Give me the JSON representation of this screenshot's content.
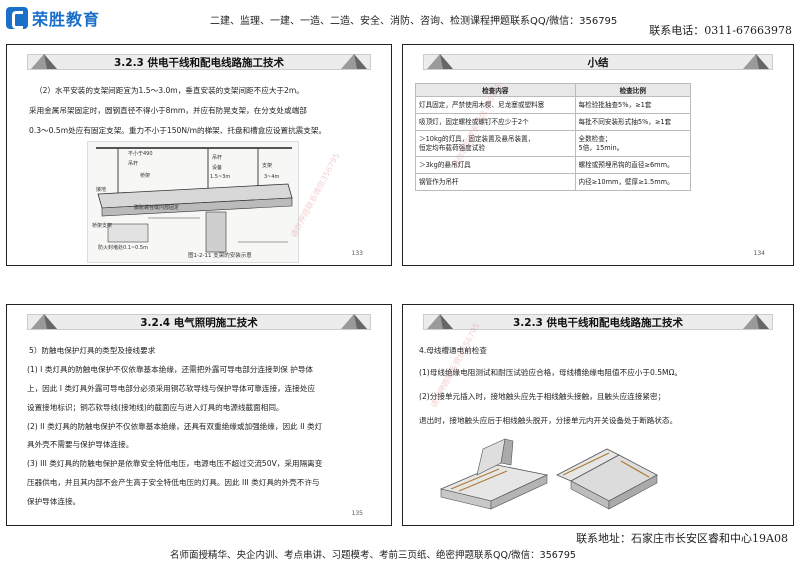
{
  "header": {
    "logo_text": "荣胜教育",
    "courses": "二建、监理、一建、一造、二造、安全、消防、咨询、检测课程押题联系QQ/微信：356795",
    "phone": "联系电话：0311-67663978"
  },
  "slide1": {
    "title": "3.2.3 供电干线和配电线路施工技术",
    "lines": [
      "（2）水平安装的支架间距宜为1.5～3.0m，垂直安装的支架间距不应大于2m。",
      "采用金属吊架固定时，圆钢直径不得小于8mm，并应有防晃支架，在分支处或端部",
      "0.3～0.5m处应有固定支架。重力不小于150N/m的梯架、托盘和槽盒应设置抗震支架。"
    ],
    "diagram_labels": [
      "不小于490",
      "吊杆",
      "桥架",
      "接地",
      "膨胀螺栓或内部固定",
      "桥架支架",
      "防火封堵处0.1~0.5m",
      "吊杆",
      "设备",
      "1.5~3m",
      "支架",
      "3~4m"
    ],
    "diagram_caption": "图1-2-11  支架的安装示意",
    "page_num": "133"
  },
  "slide2": {
    "title": "小结",
    "headers": [
      "检查内容",
      "检查比例"
    ],
    "rows": [
      [
        "灯具固定，严禁使用木楔、尼龙塞或塑料塞",
        "每检验批抽查5%，≥1套"
      ],
      [
        "吸顶灯，固定螺栓或螺钉不应少于2个",
        "每批不同安装形式抽5%，≥1套"
      ],
      [
        "＞10kg的灯具，固定装置及悬吊装置，\n恒定均布载荷强度试验",
        "全数检查；\n5倍，15min。"
      ],
      [
        "＞3kg的悬吊灯具",
        "螺栓或预埋吊钩的直径≥6mm。"
      ],
      [
        "钢管作为吊杆",
        "内径≥10mm，壁厚≥1.5mm。"
      ]
    ],
    "page_num": "134"
  },
  "slide3": {
    "title": "3.2.4 电气照明施工技术",
    "lines": [
      "5）防触电保护灯具的类型及接线要求",
      "(1) I 类灯具的防触电保护不仅依靠基本绝缘，还需把外露可导电部分连接到保 护导体",
      "上，因此 I 类灯具外露可导电部分必须采用铜芯软导线与保护导体可靠连接，连接处应",
      "设置接地标识；铜芯软导线(接地线)的截面应与进入灯具的电源线截面相同。",
      "(2) II 类灯具的防触电保护不仅依靠基本绝缘，还具有双重绝缘或加强绝缘，因此 II 类灯",
      "具外壳不需要与保护导体连接。",
      "(3) III 类灯具的防触电保护是依靠安全特低电压，电源电压不超过交流50V，采用隔离变",
      "压器供电，并且其内部不会产生高于安全特低电压的灯具。因此 III 类灯具的外壳不许与",
      "保护导体连接。"
    ],
    "page_num": "135"
  },
  "slide4": {
    "title": "3.2.3 供电干线和配电线路施工技术",
    "lines": [
      "4.母线槽通电前检查",
      "(1)母线绝缘电阻测试和耐压试验应合格，母线槽绝缘电阻值不应小于0.5MΩ。",
      "(2)分接单元插入时，接地触头应先于相线触头接触，且触头应连接紧密；",
      "退出时，接地触头应后于相线触头脱开，分接单元内开关设备处于断路状态。"
    ]
  },
  "watermarks": [
    "请你押题联系微信356795",
    "请你押题联系微信356795",
    "请你押题联系微信356795"
  ],
  "footer": {
    "address": "联系地址：石家庄市长安区睿和中心19A08",
    "courses": "名师面授精华、央企内训、考点串讲、习题模考、考前三页纸、绝密押题联系QQ/微信：356795"
  }
}
